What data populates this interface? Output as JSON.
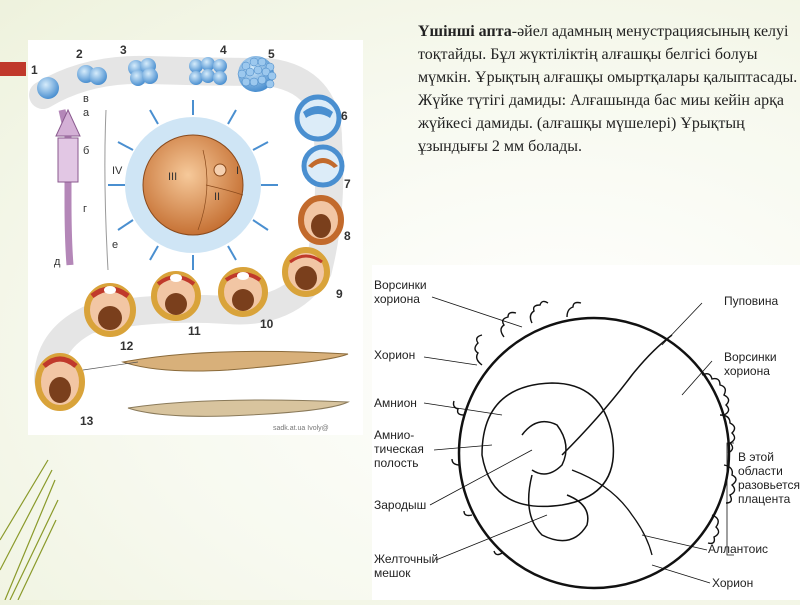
{
  "text": {
    "lead": "Үшінші апта",
    "body": "-әйел адамның менустрациясының келуі тоқтайды. Бұл жүктіліктің алғашқы белгісі болуы мүмкін. Ұрықтың алғашқы омыртқалары қалыптасады. Жүйке түтігі дамиды: Алғашында бас миы кейін арқа жүйкесі дамиды. (алғашқы мүшелері) Ұрықтың ұзындығы 2 мм болады."
  },
  "left_diagram": {
    "stage_numbers": [
      "1",
      "2",
      "3",
      "4",
      "5",
      "6",
      "7",
      "8",
      "9",
      "10",
      "11",
      "12",
      "13"
    ],
    "sperm_labels": [
      "в",
      "а",
      "б",
      "г",
      "д",
      "е"
    ],
    "roman_labels": [
      "IV",
      "III",
      "I",
      "II"
    ],
    "watermark": "sadk.at.ua   Ivoly@"
  },
  "right_diagram": {
    "labels": {
      "villi_chorion_left_1": "Ворсинки",
      "villi_chorion_left_2": "хориона",
      "chorion_left": "Хорион",
      "amnion": "Амнион",
      "amniotic_1": "Амнио-",
      "amniotic_2": "тическая",
      "amniotic_3": "полость",
      "embryo": "Зародыш",
      "yolk_1": "Желточный",
      "yolk_2": "мешок",
      "umbilical": "Пуповина",
      "villi_chorion_right_1": "Ворсинки",
      "villi_chorion_right_2": "хориона",
      "placenta_1": "В этой",
      "placenta_2": "области",
      "placenta_3": "разовьется",
      "placenta_4": "плацента",
      "allantois": "Аллантоис",
      "chorion_bottom": "Хорион"
    }
  },
  "colors": {
    "accent": "#c0392b",
    "cell_blue": "#5b9bd5",
    "embryo_orange": "#c8733a",
    "mesoderm_red": "#c0392b",
    "yolk_yellow": "#f0c94a"
  }
}
